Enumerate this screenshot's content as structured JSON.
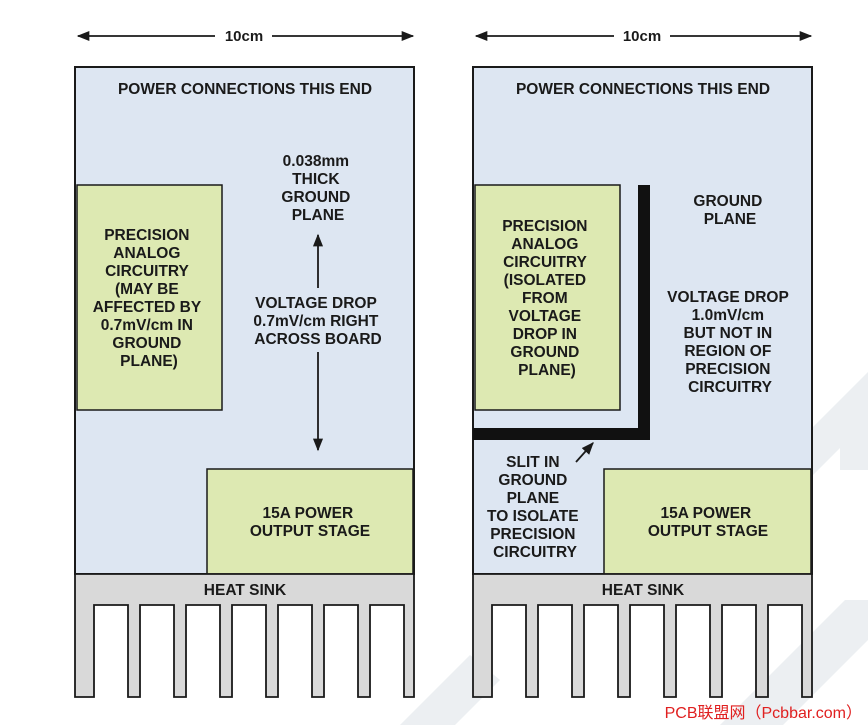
{
  "colors": {
    "board": "#dde6f2",
    "precision": "#dde9b2",
    "power": "#dde9b2",
    "heatsink": "#d9d9d9",
    "outline": "#1a1a1a",
    "watermark_stripes": "#eceff2",
    "watermark_text": "#e02020"
  },
  "left_panel": {
    "dimension": "10cm",
    "header": "POWER CONNECTIONS THIS END",
    "ground_plane_label": [
      "0.038mm",
      "THICK",
      "GROUND",
      "PLANE"
    ],
    "precision_label": [
      "PRECISION",
      "ANALOG",
      "CIRCUITRY",
      "(MAY BE",
      "AFFECTED BY",
      "0.7mV/cm IN",
      "GROUND",
      "PLANE)"
    ],
    "voltage_drop_label": [
      "VOLTAGE DROP",
      "0.7mV/cm RIGHT",
      "ACROSS BOARD"
    ],
    "power_stage_label": [
      "15A POWER",
      "OUTPUT STAGE"
    ],
    "heat_sink_label": "HEAT SINK"
  },
  "right_panel": {
    "dimension": "10cm",
    "header": "POWER CONNECTIONS THIS END",
    "ground_plane_label": [
      "GROUND",
      "PLANE"
    ],
    "precision_label": [
      "PRECISION",
      "ANALOG",
      "CIRCUITRY",
      "(ISOLATED",
      "FROM",
      "VOLTAGE",
      "DROP IN",
      "GROUND",
      "PLANE)"
    ],
    "voltage_drop_label": [
      "VOLTAGE DROP",
      "1.0mV/cm",
      "BUT NOT IN",
      "REGION OF",
      "PRECISION",
      "CIRCUITRY"
    ],
    "slit_label": [
      "SLIT IN",
      "GROUND",
      "PLANE",
      "TO ISOLATE",
      "PRECISION",
      "CIRCUITRY"
    ],
    "power_stage_label": [
      "15A POWER",
      "OUTPUT STAGE"
    ],
    "heat_sink_label": "HEAT SINK"
  },
  "watermark": "PCB联盟网（Pcbbar.com）"
}
